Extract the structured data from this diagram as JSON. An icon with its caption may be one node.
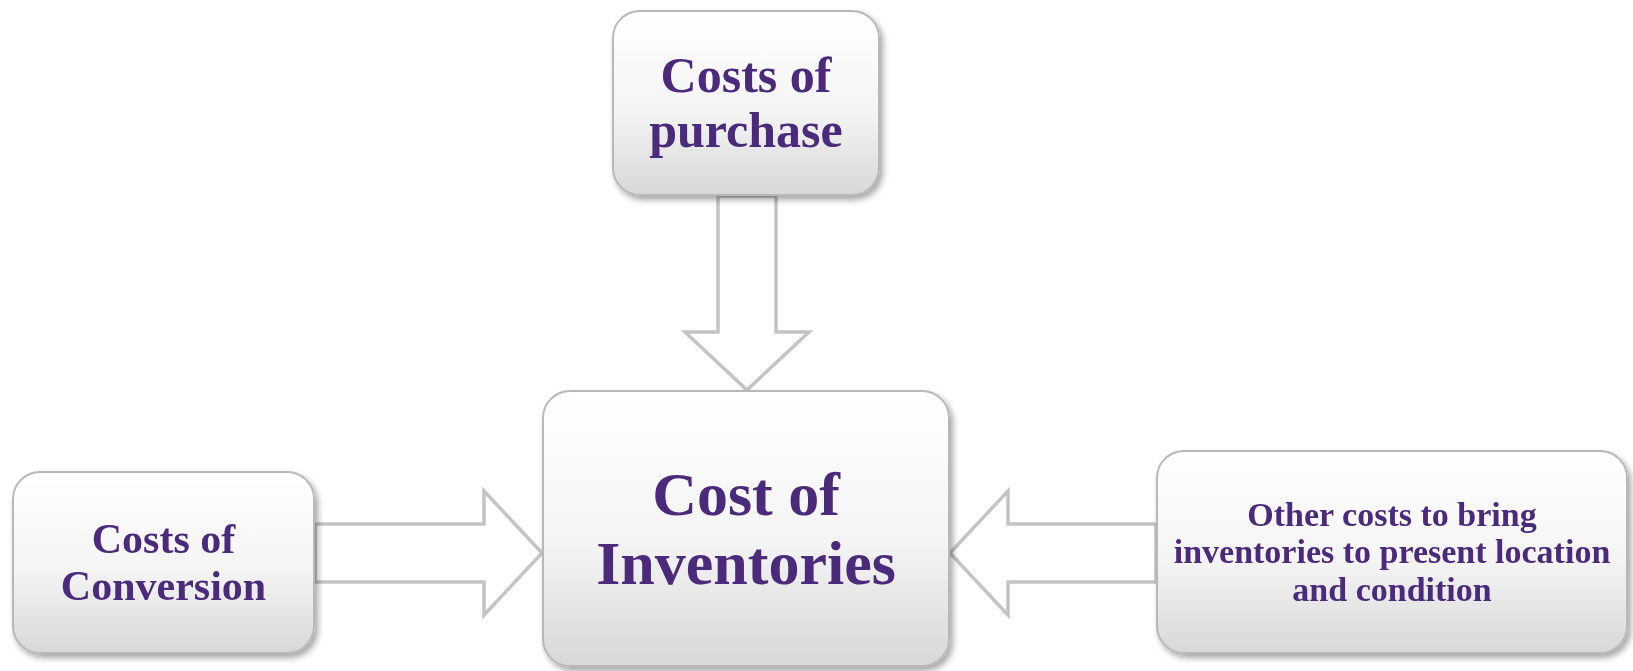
{
  "diagram": {
    "nodes": [
      {
        "text": [
          "Costs of purchase"
        ]
      },
      {
        "text": [
          "Cost of Inventories"
        ]
      },
      {
        "text": [
          "Costs of Conversion"
        ]
      },
      {
        "text": [
          "Other costs to bring inventories to present location and condition"
        ]
      }
    ],
    "edges": [
      {
        "from": 0,
        "to": 1,
        "arrow": "to"
      },
      {
        "from": 2,
        "to": 1,
        "arrow": "to"
      },
      {
        "from": 3,
        "to": 1,
        "arrow": "to"
      }
    ]
  }
}
